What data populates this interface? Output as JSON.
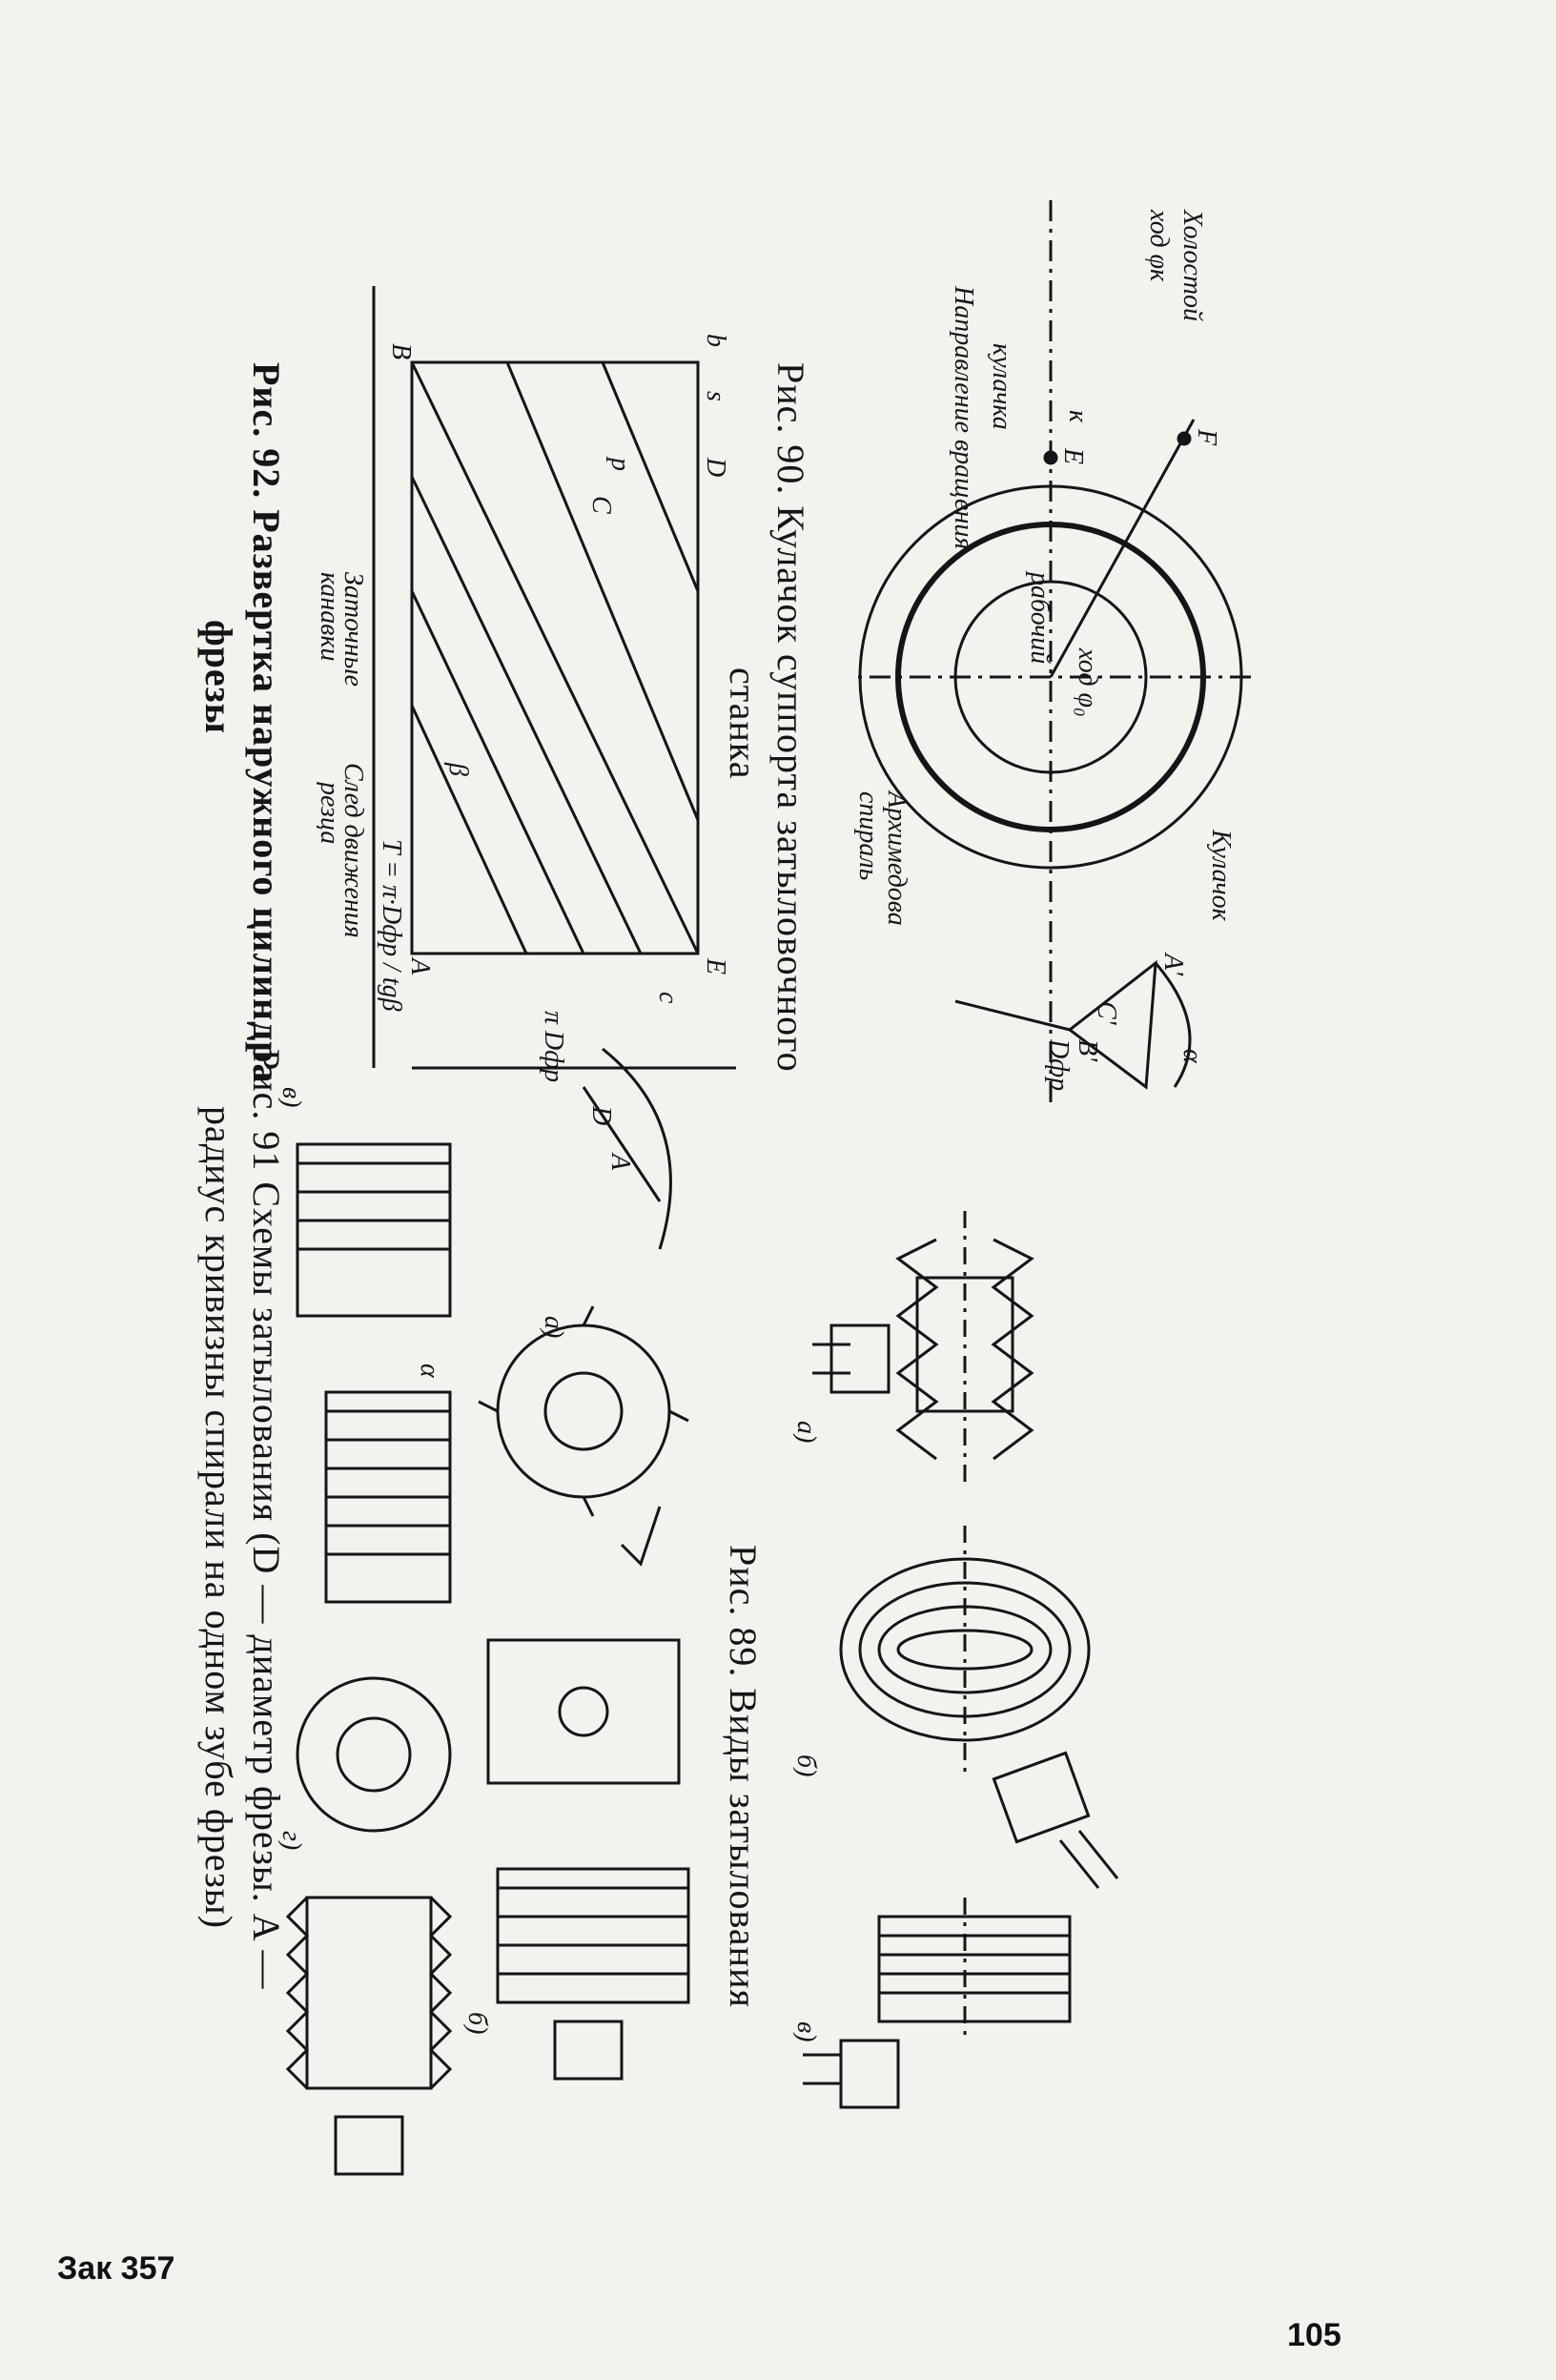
{
  "page": {
    "number": "105",
    "order_note": "Зак 357"
  },
  "fig89": {
    "caption": "Рис. 89. Виды затылования",
    "labels": [
      "а)",
      "б)",
      "в)"
    ]
  },
  "fig90": {
    "caption_line1": "Рис. 90. Кулачок суппорта затыловочного",
    "caption_line2": "станка",
    "labels": {
      "rotation_dir": "Направление вращения",
      "cam_sub": "кулачка",
      "archimedes": "Архимедова",
      "spiral": "спираль",
      "working": "рабочий",
      "stroke_phi0": "ход φ₀",
      "idle": "Холостой",
      "stroke_phik": "ход φк",
      "cam": "Кулачок",
      "k": "к",
      "E": "E",
      "F": "F",
      "Dfr": "Dфр",
      "alpha": "α",
      "A1": "A'",
      "B1": "B'",
      "C1": "C'"
    }
  },
  "fig91": {
    "caption_line1": "Рис. 91 Схемы затылования (D — диаметр фрезы. A —",
    "caption_line2": "радиус кривизны спирали на одном зубе фрезы)",
    "labels": [
      "а)",
      "б)",
      "в)",
      "г)"
    ],
    "sym_D": "D",
    "sym_A": "A",
    "sym_alpha": "α"
  },
  "fig92": {
    "caption_line1": "Рис. 92. Развертка наружного цилиндра",
    "caption_line2": "фрезы",
    "labels": {
      "grooves1": "Заточные",
      "grooves2": "канавки",
      "trace1": "След движения",
      "trace2": "резца",
      "formula": "T = π·Dфр / tgβ",
      "piD": "π Dфр",
      "c": "c",
      "s": "s",
      "b": "b",
      "p": "p",
      "beta": "β",
      "A": "A",
      "B": "B",
      "C": "C",
      "D": "D",
      "E": "E"
    }
  }
}
